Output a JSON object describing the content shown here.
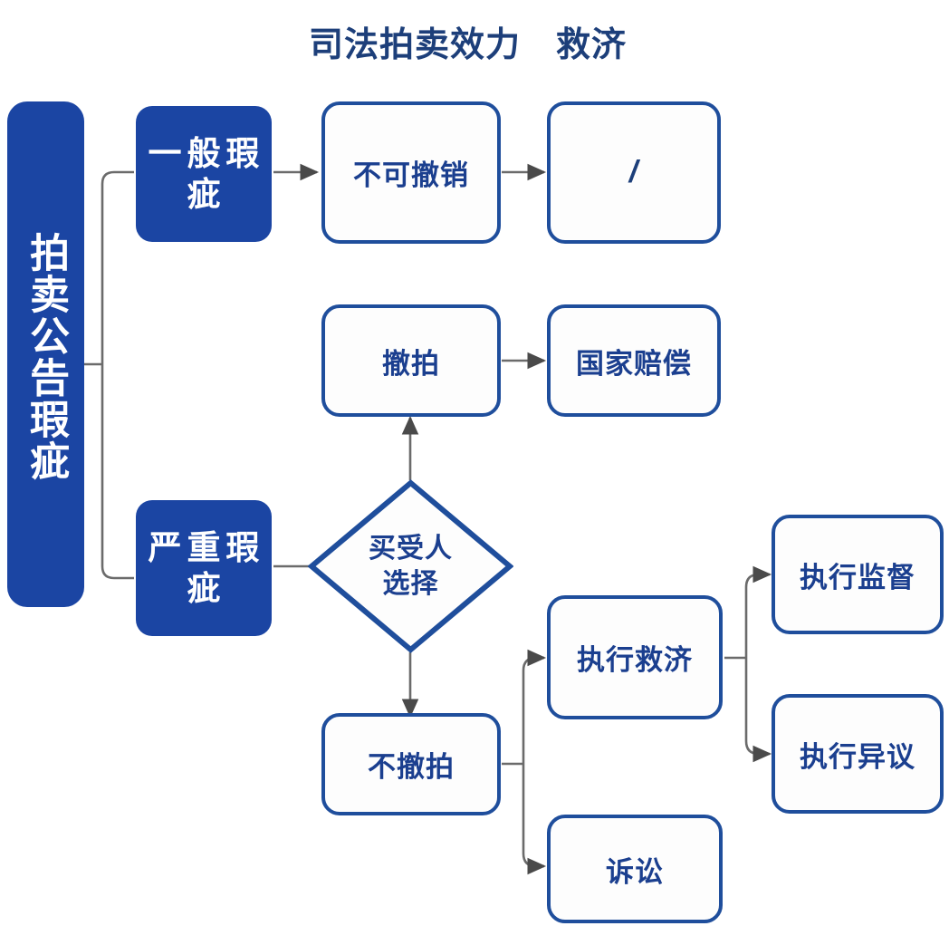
{
  "diagram": {
    "title": "司法拍卖效力　救济",
    "colors": {
      "fill_blue": "#1b45a3",
      "outline_blue": "#1f4e9c",
      "text_blue": "#1b3f8f",
      "connector_gray": "#6b6b6b",
      "background": "#ffffff"
    },
    "nodes": {
      "root": "拍卖公告瑕疵",
      "general_defect": "一般瑕疵",
      "serious_defect": "严重瑕疵",
      "irrevocable": "不可撤销",
      "none": "/",
      "withdraw": "撤拍",
      "state_compensation": "国家赔偿",
      "buyer_choice": "买受人\n选择",
      "no_withdraw": "不撤拍",
      "enforcement_relief": "执行救济",
      "enforcement_supervision": "执行监督",
      "enforcement_objection": "执行异议",
      "litigation": "诉讼"
    },
    "edges": [
      {
        "from": "拍卖公告瑕疵",
        "to": "一般瑕疵",
        "style": "elbow"
      },
      {
        "from": "拍卖公告瑕疵",
        "to": "严重瑕疵",
        "style": "elbow"
      },
      {
        "from": "一般瑕疵",
        "to": "不可撤销",
        "style": "arrow"
      },
      {
        "from": "不可撤销",
        "to": "/",
        "style": "arrow"
      },
      {
        "from": "严重瑕疵",
        "to": "买受人选择",
        "style": "line"
      },
      {
        "from": "买受人选择",
        "to": "撤拍",
        "style": "arrow-up"
      },
      {
        "from": "撤拍",
        "to": "国家赔偿",
        "style": "arrow"
      },
      {
        "from": "买受人选择",
        "to": "不撤拍",
        "style": "arrow-down"
      },
      {
        "from": "不撤拍",
        "to": "执行救济",
        "style": "elbow-arrow"
      },
      {
        "from": "不撤拍",
        "to": "诉讼",
        "style": "elbow-arrow"
      },
      {
        "from": "执行救济",
        "to": "执行监督",
        "style": "elbow-arrow"
      },
      {
        "from": "执行救济",
        "to": "执行异议",
        "style": "elbow-arrow"
      }
    ]
  }
}
